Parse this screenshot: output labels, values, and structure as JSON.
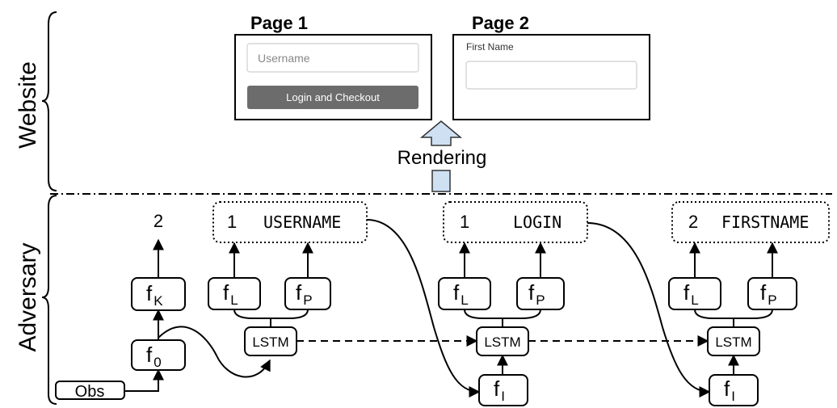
{
  "sections": {
    "website": "Website",
    "adversary": "Adversary"
  },
  "page1": {
    "title": "Page 1",
    "username_placeholder": "Username",
    "button_label": "Login and Checkout"
  },
  "page2": {
    "title": "Page 2",
    "field_label": "First Name"
  },
  "rendering_label": "Rendering",
  "nodes": {
    "obs": "Obs",
    "f0": "f",
    "f0_sub": "0",
    "fK": "f",
    "fK_sub": "K",
    "fL": "f",
    "fL_sub": "L",
    "fP": "f",
    "fP_sub": "P",
    "fI": "f",
    "fI_sub": "I",
    "lstm": "LSTM"
  },
  "outputs": {
    "k_value": "2",
    "step1": {
      "num": "1",
      "word": "USERNAME"
    },
    "step2": {
      "num": "1",
      "word": "LOGIN"
    },
    "step3": {
      "num": "2",
      "word": "FIRSTNAME"
    }
  },
  "colors": {
    "button_fill": "#6c6c6c",
    "arrow_fill": "#cfe0f3",
    "arrow_stroke": "#333333"
  }
}
